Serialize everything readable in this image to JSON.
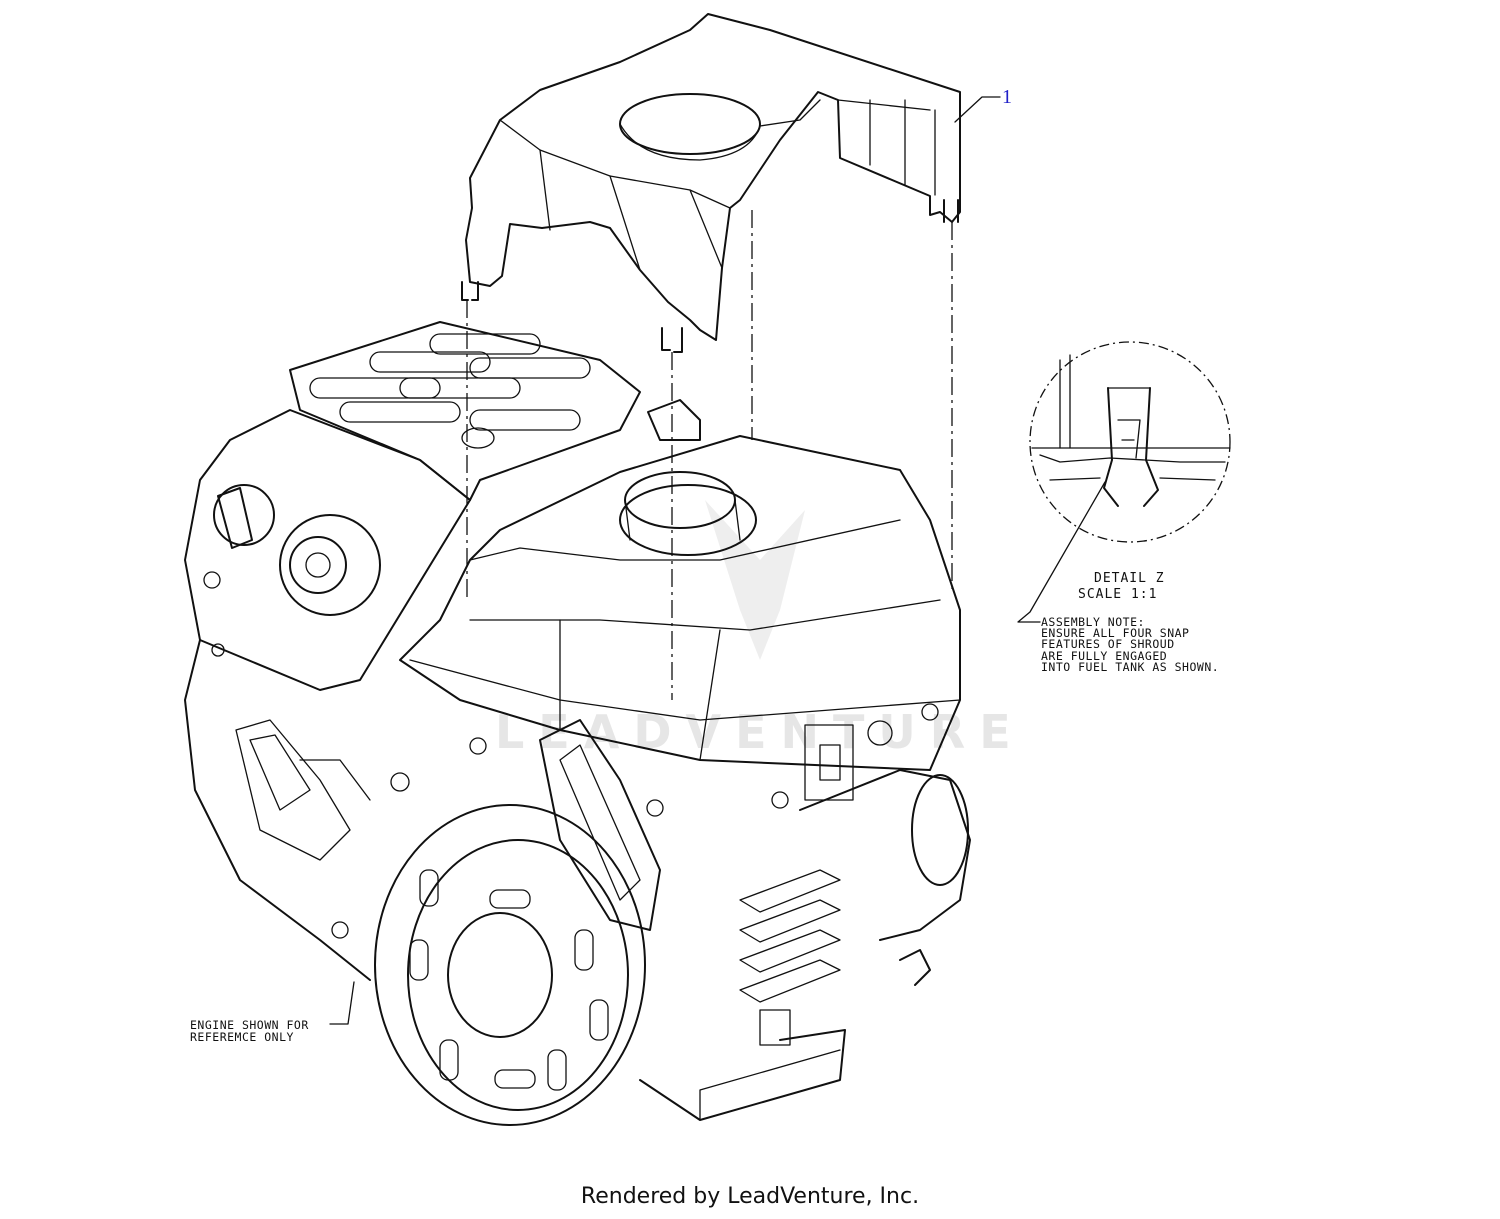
{
  "callout": {
    "number": "1"
  },
  "detail": {
    "title": "DETAIL Z",
    "scale": "SCALE 1:1"
  },
  "assembly_note": {
    "lines": [
      "ASSEMBLY NOTE:",
      "ENSURE ALL FOUR SNAP",
      "FEATURES OF SHROUD",
      "ARE FULLY ENGAGED",
      "INTO FUEL TANK AS SHOWN."
    ]
  },
  "engine_note": {
    "lines": [
      "ENGINE SHOWN FOR",
      "REFEREMCE ONLY"
    ]
  },
  "watermark": "LEADVENTURE",
  "footer": "Rendered by LeadVenture, Inc."
}
